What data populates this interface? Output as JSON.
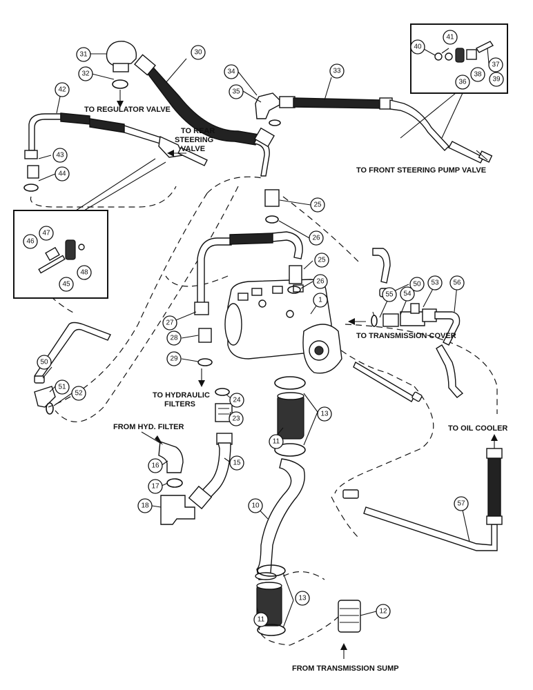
{
  "labels": {
    "to_regulator_valve": "TO REGULATOR VALVE",
    "to_rear_steering_1": "TO REAR",
    "to_rear_steering_2": "STEERING",
    "to_rear_steering_3": "VALVE",
    "to_front_steering_pump_valve": "TO FRONT STEERING PUMP VALVE",
    "to_transmission_cover": "TO TRANSMISSION COVER",
    "to_hydraulic_filters_1": "TO HYDRAULIC",
    "to_hydraulic_filters_2": "FILTERS",
    "from_hyd_filter": "FROM HYD. FILTER",
    "to_oil_cooler": "TO OIL COOLER",
    "from_transmission_sump": "FROM TRANSMISSION SUMP"
  },
  "callouts": [
    "1",
    "10",
    "11",
    "12",
    "13",
    "15",
    "16",
    "17",
    "18",
    "23",
    "24",
    "25",
    "26",
    "27",
    "28",
    "29",
    "30",
    "31",
    "32",
    "33",
    "34",
    "35",
    "36",
    "37",
    "38",
    "39",
    "40",
    "41",
    "42",
    "43",
    "44",
    "45",
    "46",
    "47",
    "48",
    "50",
    "51",
    "52",
    "53",
    "54",
    "55",
    "56",
    "57"
  ]
}
